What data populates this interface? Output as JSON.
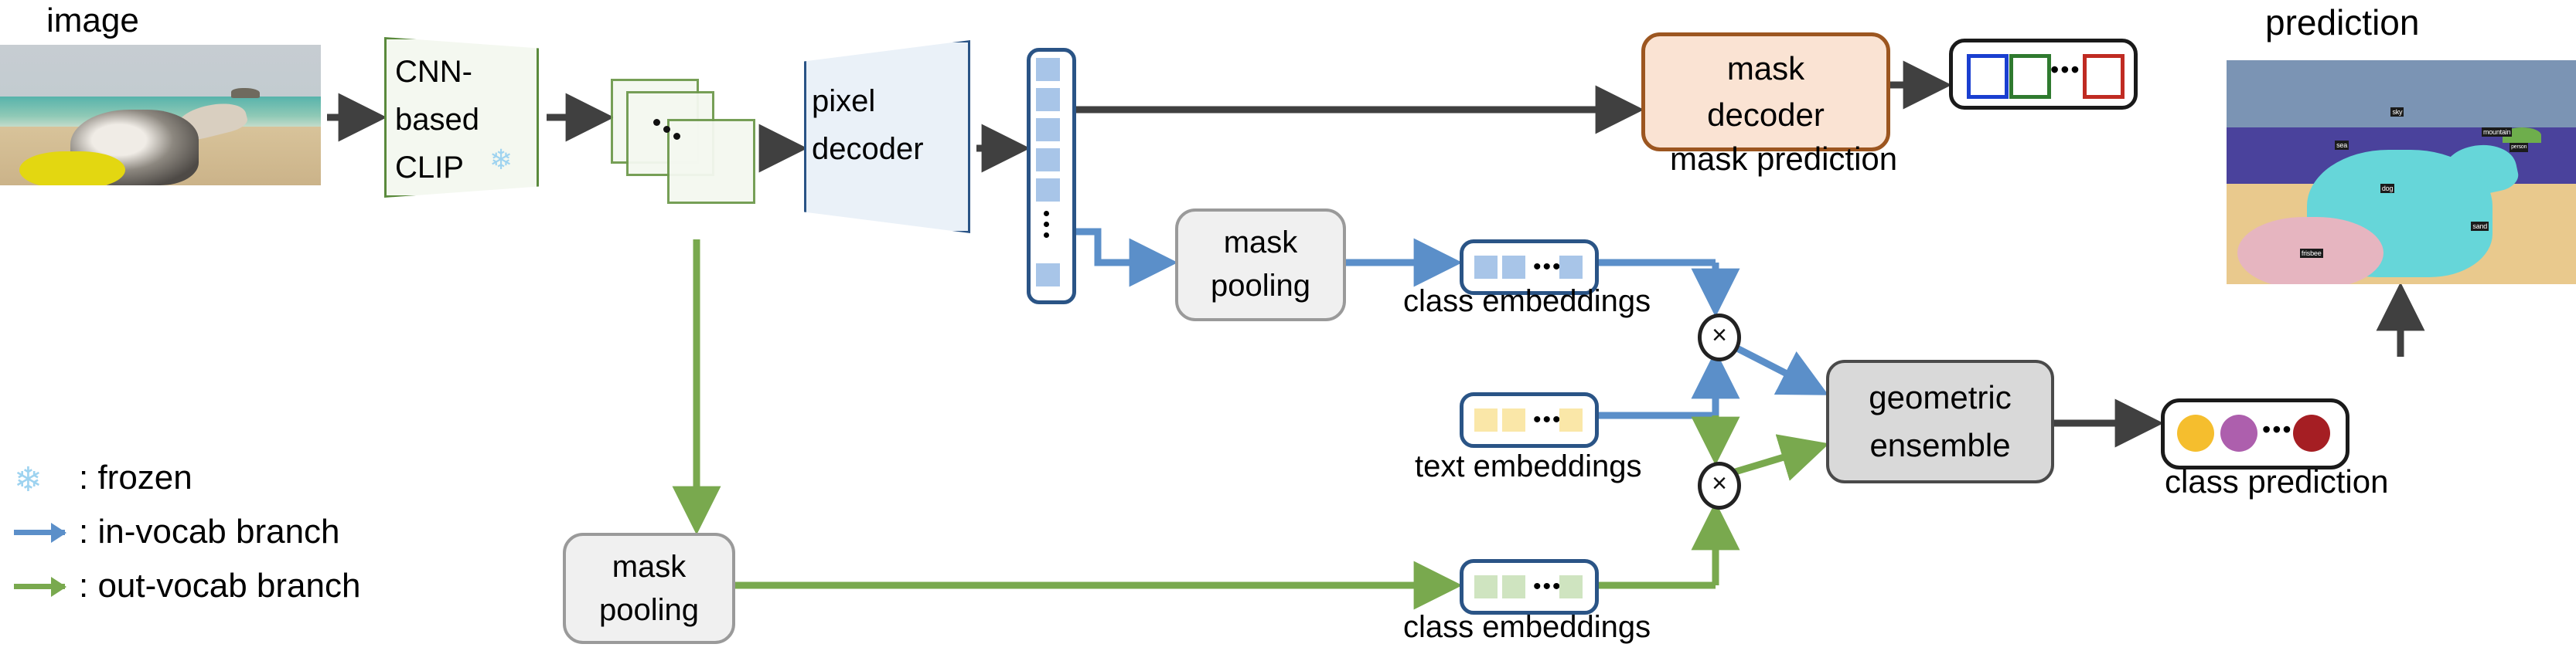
{
  "titles": {
    "image": "image",
    "prediction": "prediction"
  },
  "blocks": {
    "clip_line1": "CNN-",
    "clip_line2": "based",
    "clip_line3": "CLIP",
    "clip_snow_icon": "snowflake-icon",
    "pixel_decoder_line1": "pixel",
    "pixel_decoder_line2": "decoder",
    "mask_decoder_line1": "mask",
    "mask_decoder_line2": "decoder",
    "mask_pooling_top_line1": "mask",
    "mask_pooling_top_line2": "pooling",
    "mask_pooling_bottom_line1": "mask",
    "mask_pooling_bottom_line2": "pooling",
    "geometric_ensemble_line1": "geometric",
    "geometric_ensemble_line2": "ensemble"
  },
  "captions": {
    "mask_prediction": "mask prediction",
    "class_embeddings_top": "class embeddings",
    "text_embeddings": "text embeddings",
    "class_embeddings_bottom": "class embeddings",
    "class_prediction": "class prediction"
  },
  "operators": {
    "multiply_top": "×",
    "multiply_bottom": "×",
    "ellipsis": "…"
  },
  "legend": {
    "items": [
      {
        "icon": "snowflake-icon",
        "glyph": "❄",
        "label": ": frozen",
        "color": "#9ed3f0",
        "kind": "glyph"
      },
      {
        "icon": "blue-arrow-icon",
        "glyph": "",
        "label": ": in-vocab branch",
        "color": "#5b8fc9",
        "kind": "arrow"
      },
      {
        "icon": "green-arrow-icon",
        "glyph": "",
        "label": ": out-vocab branch",
        "color": "#79a94e",
        "kind": "arrow"
      }
    ]
  },
  "colors": {
    "in_vocab_blue": "#5b8fc9",
    "out_vocab_green": "#79a94e",
    "default_arrow": "#404040",
    "clip_border": "#5a8a3c",
    "pixel_decoder_border": "#2a5486",
    "mask_decoder_fill": "#fae3d3",
    "mask_decoder_border": "#9c5620",
    "pool_fill": "#f0f0f0",
    "pool_border": "#9a9a9a",
    "geometric_fill": "#d9d9d9",
    "geometric_border": "#4a4a4a",
    "token_blue": "#a8c5e8",
    "text_embed_yellow": "#fae7a8",
    "class_embed_green": "#cfe4c0"
  },
  "mask_prediction_swatches": [
    {
      "name": "blue-mask-swatch",
      "color": "#1a3fd0"
    },
    {
      "name": "green-mask-swatch",
      "color": "#2f7a2f"
    },
    {
      "name": "red-mask-swatch",
      "color": "#c02b22"
    }
  ],
  "class_prediction_dots": [
    {
      "name": "gold-class-dot",
      "color": "#f5be2e"
    },
    {
      "name": "purple-class-dot",
      "color": "#ad5fad"
    },
    {
      "name": "darkred-class-dot",
      "color": "#a51e23"
    }
  ],
  "token_strip": {
    "visible_tokens": 5,
    "tail_tokens": 1,
    "color": "#a8c5e8"
  },
  "embeddings": {
    "in_vocab_class": {
      "squares": 3,
      "color": "#a8c5e8"
    },
    "text": {
      "squares": 3,
      "color": "#fae7a8"
    },
    "out_vocab_class": {
      "squares": 3,
      "color": "#cfe4c0"
    }
  },
  "feature_maps": {
    "count": 3,
    "color": "#6f9a4e",
    "fill": "#f4f8f0"
  },
  "prediction_segments": [
    {
      "label": "sky",
      "color": "#7b94b4"
    },
    {
      "label": "sea",
      "color": "#4a429c"
    },
    {
      "label": "mountain",
      "color": "#6eae4c"
    },
    {
      "label": "person",
      "color": "#4a429c"
    },
    {
      "label": "dog",
      "color": "#66d6d9"
    },
    {
      "label": "sand",
      "color": "#e9c98d"
    },
    {
      "label": "frisbee",
      "color": "#e6b5c0"
    }
  ]
}
